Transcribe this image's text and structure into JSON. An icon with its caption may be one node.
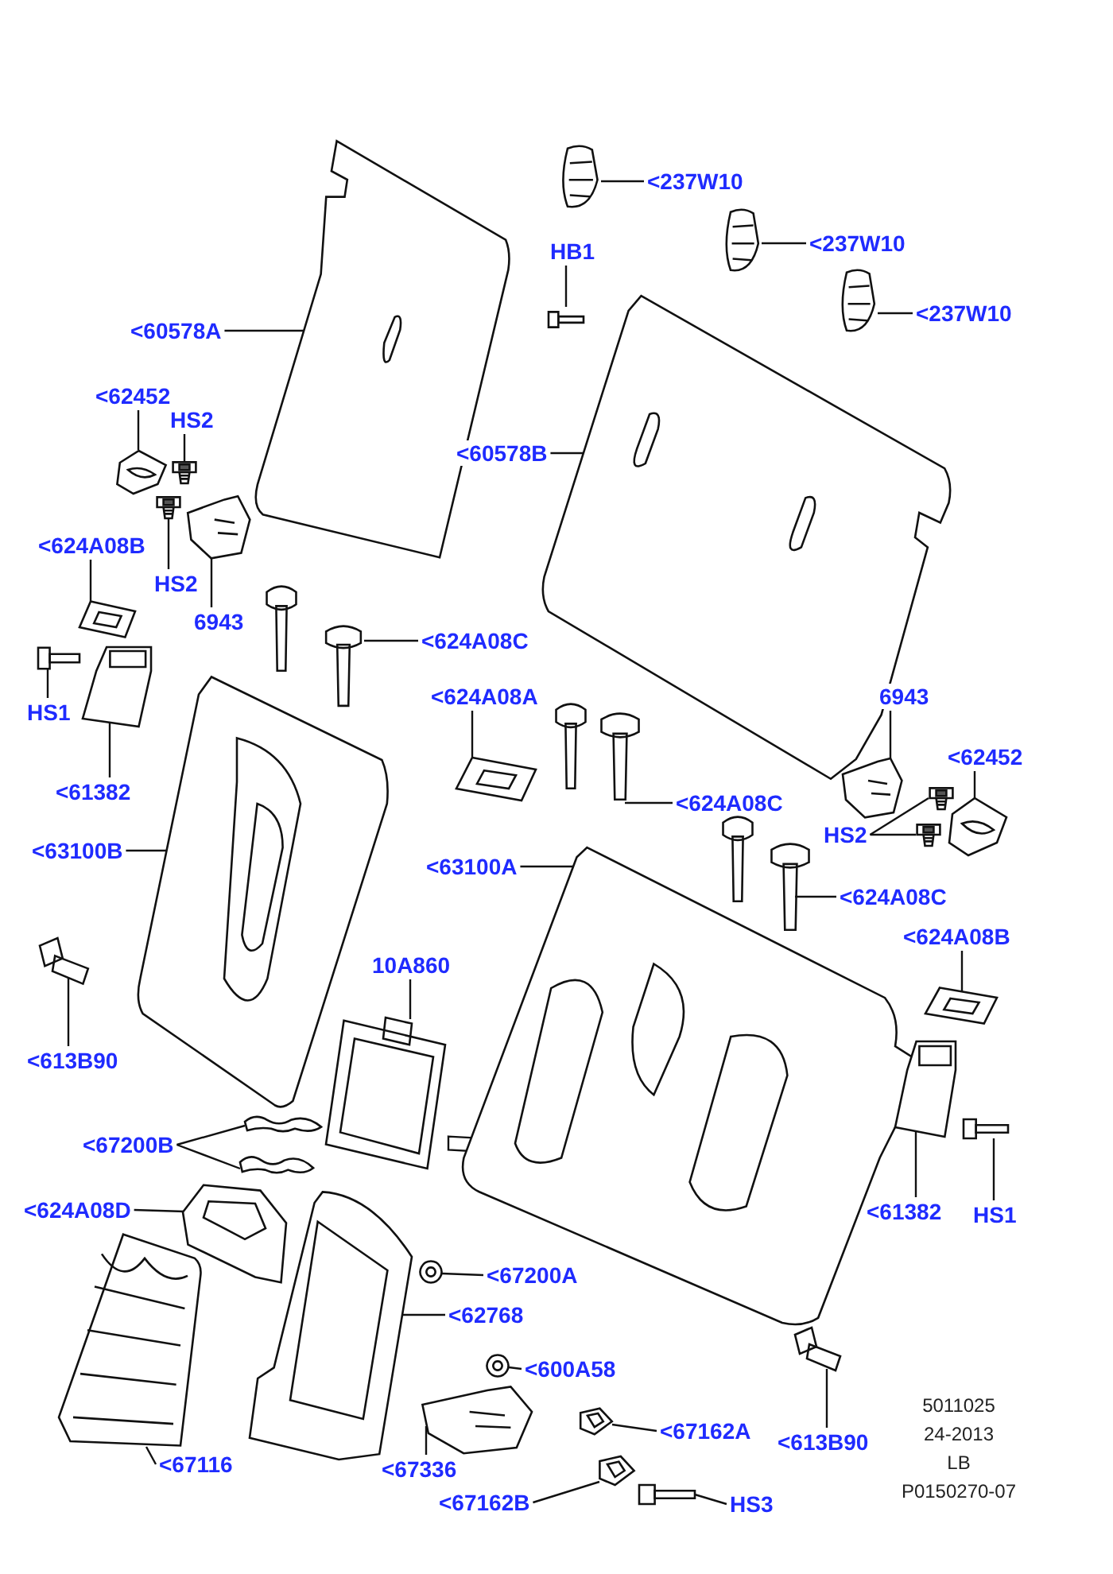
{
  "diagram": {
    "nodes": [
      {
        "text": [
          "<237W10"
        ]
      },
      {
        "text": [],
        "shape": "picture"
      },
      {
        "text": [
          "HB1"
        ]
      },
      {
        "text": [],
        "shape": "picture"
      },
      {
        "text": [
          "<237W10"
        ]
      },
      {
        "text": [],
        "shape": "picture"
      },
      {
        "text": [
          "<237W10"
        ]
      },
      {
        "text": [],
        "shape": "picture"
      },
      {
        "text": [
          "<60578A"
        ]
      },
      {
        "text": [],
        "shape": "picture"
      },
      {
        "text": [
          "<60578B"
        ]
      },
      {
        "text": [],
        "shape": "picture"
      },
      {
        "text": [
          "<62452"
        ]
      },
      {
        "text": [],
        "shape": "picture"
      },
      {
        "text": [
          "HS2"
        ]
      },
      {
        "text": [],
        "shape": "picture"
      },
      {
        "text": [
          "HS2"
        ]
      },
      {
        "text": [],
        "shape": "picture"
      },
      {
        "text": [
          "6943"
        ]
      },
      {
        "text": [],
        "shape": "picture"
      },
      {
        "text": [
          "<624A08B"
        ]
      },
      {
        "text": [],
        "shape": "picture"
      },
      {
        "text": [
          "<624A08C"
        ]
      },
      {
        "text": [],
        "shape": "picture"
      },
      {
        "text": [
          "HS1"
        ]
      },
      {
        "text": [],
        "shape": "picture"
      },
      {
        "text": [
          "<61382"
        ]
      },
      {
        "text": [],
        "shape": "picture"
      },
      {
        "text": [
          "<63100B"
        ]
      },
      {
        "text": [],
        "shape": "picture"
      },
      {
        "text": [
          "<624A08A"
        ]
      },
      {
        "text": [],
        "shape": "picture"
      },
      {
        "text": [
          "6943"
        ]
      },
      {
        "text": [],
        "shape": "picture"
      },
      {
        "text": [
          "<62452"
        ]
      },
      {
        "text": [],
        "shape": "picture"
      },
      {
        "text": [
          "<624A08C"
        ]
      },
      {
        "text": [],
        "shape": "picture"
      },
      {
        "text": [
          "HS2"
        ]
      },
      {
        "text": [],
        "shape": "picture"
      },
      {
        "text": [],
        "shape": "picture"
      },
      {
        "text": [
          "<63100A"
        ]
      },
      {
        "text": [],
        "shape": "picture"
      },
      {
        "text": [
          "<624A08C"
        ]
      },
      {
        "text": [],
        "shape": "picture"
      },
      {
        "text": [
          "<624A08B"
        ]
      },
      {
        "text": [],
        "shape": "picture"
      },
      {
        "text": [
          "10A860"
        ]
      },
      {
        "text": [],
        "shape": "picture"
      },
      {
        "text": [
          "<613B90"
        ]
      },
      {
        "text": [],
        "shape": "picture"
      },
      {
        "text": [
          "<67200B"
        ]
      },
      {
        "text": [],
        "shape": "picture"
      },
      {
        "text": [],
        "shape": "picture"
      },
      {
        "text": [
          "<624A08D"
        ]
      },
      {
        "text": [],
        "shape": "picture"
      },
      {
        "text": [
          "<61382"
        ]
      },
      {
        "text": [],
        "shape": "picture"
      },
      {
        "text": [
          "HS1"
        ]
      },
      {
        "text": [],
        "shape": "picture"
      },
      {
        "text": [
          "<67200A"
        ]
      },
      {
        "text": [],
        "shape": "picture"
      },
      {
        "text": [
          "<62768"
        ]
      },
      {
        "text": [],
        "shape": "picture"
      },
      {
        "text": [
          "<600A58"
        ]
      },
      {
        "text": [],
        "shape": "picture"
      },
      {
        "text": [
          "<67162A"
        ]
      },
      {
        "text": [],
        "shape": "picture"
      },
      {
        "text": [
          "<613B90"
        ]
      },
      {
        "text": [],
        "shape": "picture"
      },
      {
        "text": [
          "<67116"
        ]
      },
      {
        "text": [],
        "shape": "picture"
      },
      {
        "text": [
          "<67336"
        ]
      },
      {
        "text": [],
        "shape": "picture"
      },
      {
        "text": [
          "<67162B"
        ]
      },
      {
        "text": [],
        "shape": "picture"
      },
      {
        "text": [
          "HS3"
        ]
      },
      {
        "text": [],
        "shape": "picture"
      },
      {
        "text": [],
        "shape": "picture"
      },
      {
        "text": [],
        "shape": "picture"
      },
      {
        "text": [],
        "shape": "picture"
      }
    ],
    "edges": [
      {
        "from": 0,
        "to": 1,
        "arrow": "none"
      },
      {
        "from": 2,
        "to": 3,
        "arrow": "none"
      },
      {
        "from": 4,
        "to": 5,
        "arrow": "none"
      },
      {
        "from": 6,
        "to": 7,
        "arrow": "none"
      },
      {
        "from": 8,
        "to": 9,
        "arrow": "none"
      },
      {
        "from": 10,
        "to": 11,
        "arrow": "none"
      },
      {
        "from": 12,
        "to": 13,
        "arrow": "none"
      },
      {
        "from": 14,
        "to": 15,
        "arrow": "none"
      },
      {
        "from": 16,
        "to": 17,
        "arrow": "none"
      },
      {
        "from": 18,
        "to": 19,
        "arrow": "none"
      },
      {
        "from": 20,
        "to": 21,
        "arrow": "none"
      },
      {
        "from": 22,
        "to": 23,
        "arrow": "none"
      },
      {
        "from": 24,
        "to": 25,
        "arrow": "none"
      },
      {
        "from": 26,
        "to": 27,
        "arrow": "none"
      },
      {
        "from": 28,
        "to": 29,
        "arrow": "none"
      },
      {
        "from": 30,
        "to": 31,
        "arrow": "none"
      },
      {
        "from": 32,
        "to": 33,
        "arrow": "none"
      },
      {
        "from": 34,
        "to": 35,
        "arrow": "none"
      },
      {
        "from": 36,
        "to": 37,
        "arrow": "none"
      },
      {
        "from": 38,
        "to": 39,
        "arrow": "none"
      },
      {
        "from": 38,
        "to": 40,
        "arrow": "none"
      },
      {
        "from": 41,
        "to": 42,
        "arrow": "none"
      },
      {
        "from": 43,
        "to": 44,
        "arrow": "none"
      },
      {
        "from": 45,
        "to": 46,
        "arrow": "none"
      },
      {
        "from": 47,
        "to": 48,
        "arrow": "none"
      },
      {
        "from": 49,
        "to": 50,
        "arrow": "none"
      },
      {
        "from": 51,
        "to": 52,
        "arrow": "none"
      },
      {
        "from": 51,
        "to": 53,
        "arrow": "none"
      },
      {
        "from": 54,
        "to": 55,
        "arrow": "none"
      },
      {
        "from": 56,
        "to": 57,
        "arrow": "none"
      },
      {
        "from": 58,
        "to": 59,
        "arrow": "none"
      },
      {
        "from": 60,
        "to": 61,
        "arrow": "none"
      },
      {
        "from": 62,
        "to": 63,
        "arrow": "none"
      },
      {
        "from": 64,
        "to": 65,
        "arrow": "none"
      },
      {
        "from": 66,
        "to": 67,
        "arrow": "none"
      },
      {
        "from": 68,
        "to": 69,
        "arrow": "none"
      },
      {
        "from": 70,
        "to": 71,
        "arrow": "none"
      },
      {
        "from": 72,
        "to": 73,
        "arrow": "none"
      },
      {
        "from": 74,
        "to": 75,
        "arrow": "none"
      },
      {
        "from": 76,
        "to": 77,
        "arrow": "none"
      }
    ],
    "labels": [
      "5011025",
      "24-2013",
      "LB",
      "P0150270-07"
    ]
  }
}
